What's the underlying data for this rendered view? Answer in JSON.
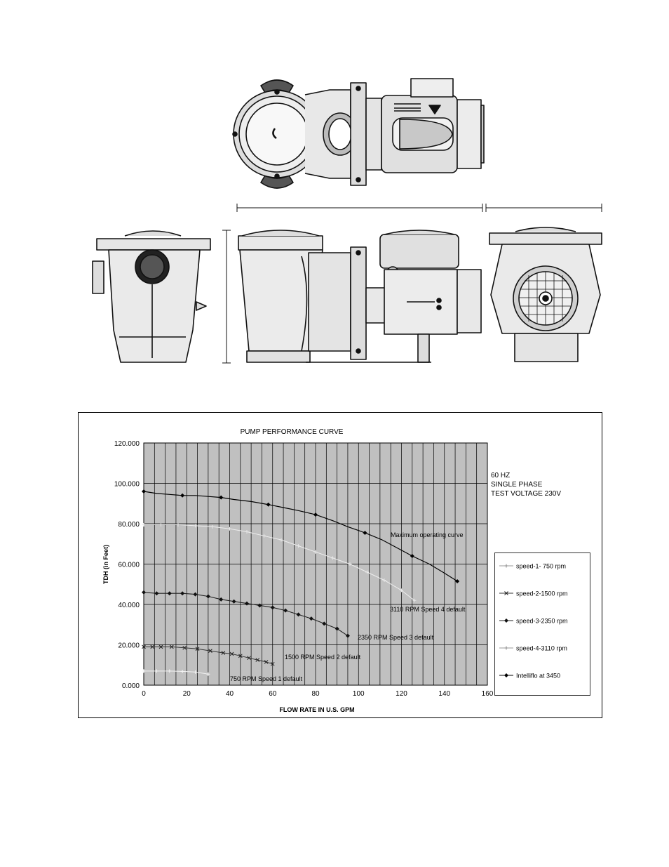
{
  "chart_data": {
    "type": "line",
    "title": "PUMP PERFORMANCE CURVE",
    "xlabel": "FLOW RATE IN U.S. GPM",
    "ylabel": "TDH   (in Feet)",
    "xlim": [
      0,
      160
    ],
    "ylim": [
      0,
      120
    ],
    "x_ticks": [
      "0",
      "20",
      "40",
      "60",
      "80",
      "100",
      "120",
      "140",
      "160"
    ],
    "y_ticks": [
      "0.000",
      "20.000",
      "40.000",
      "60.000",
      "80.000",
      "100.000",
      "120.000"
    ],
    "grid": true,
    "legend_position": "right",
    "notes": [
      "60 HZ",
      "SINGLE PHASE",
      "TEST VOLTAGE 230V"
    ],
    "series": [
      {
        "name": "speed-1- 750 rpm",
        "label": "750 RPM Speed 1 default",
        "marker": "cross-light",
        "x": [
          0,
          6,
          12,
          18,
          24,
          30
        ],
        "y": [
          7,
          7,
          7,
          6.8,
          6.5,
          5.5
        ]
      },
      {
        "name": "speed-2-1500 rpm",
        "label": "1500 RPM Speed 2 default",
        "marker": "x",
        "x": [
          0,
          4,
          8,
          13,
          19,
          25,
          31,
          37,
          41,
          45,
          49,
          53,
          57,
          60
        ],
        "y": [
          19,
          19,
          19,
          19,
          18.5,
          18,
          17,
          16,
          15.5,
          14.5,
          13.5,
          12.5,
          11.5,
          10.5
        ]
      },
      {
        "name": "speed-3-2350 rpm",
        "label": "2350 RPM Speed 3 default",
        "marker": "diamond",
        "x": [
          0,
          6,
          12,
          18,
          24,
          30,
          36,
          42,
          48,
          54,
          60,
          66,
          72,
          78,
          84,
          90,
          95
        ],
        "y": [
          46,
          45.5,
          45.5,
          45.5,
          45,
          44,
          42.5,
          41.5,
          40.5,
          39.5,
          38.5,
          37,
          35,
          33,
          30.5,
          28,
          24.5
        ]
      },
      {
        "name": "speed-4-3110 rpm",
        "label": "3110 RPM Speed 4 default",
        "marker": "plus",
        "x": [
          0,
          8,
          16,
          24,
          32,
          40,
          48,
          56,
          64,
          72,
          80,
          88,
          96,
          104,
          112,
          120,
          126
        ],
        "y": [
          79.5,
          79.5,
          79.5,
          79,
          78.5,
          77.5,
          76,
          74,
          72,
          69,
          66,
          63,
          60,
          56,
          52,
          47,
          42
        ]
      },
      {
        "name": "Intelliflo at 3450",
        "label": "Maximum operating curve",
        "marker": "diamond-dark",
        "x": [
          0,
          6,
          12,
          18,
          24,
          30,
          36,
          42,
          50,
          58,
          65,
          72,
          80,
          88,
          95,
          103,
          111,
          118,
          125,
          133,
          140,
          146
        ],
        "y": [
          96,
          95,
          94.5,
          94,
          94,
          93.5,
          93,
          92,
          91,
          89.5,
          88,
          86.5,
          84.5,
          81.5,
          78.5,
          75.5,
          72,
          68,
          64,
          60,
          55.5,
          51.5
        ]
      }
    ]
  }
}
